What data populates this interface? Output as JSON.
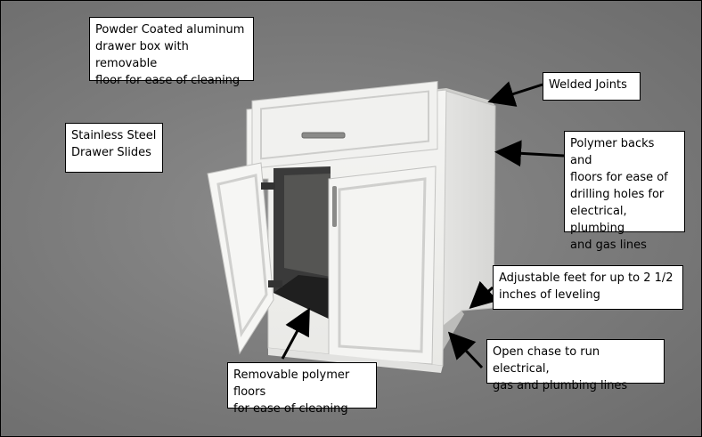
{
  "callouts": {
    "powder_coated": "Powder Coated aluminum\ndrawer box with removable\nfloor for ease of cleaning",
    "welded_joints": "Welded Joints",
    "stainless_slides": "Stainless Steel\nDrawer Slides",
    "polymer_backs": "Polymer backs and\nfloors for ease of\ndrilling holes for\nelectrical, plumbing\nand gas lines",
    "adjustable_feet": "Adjustable feet for up to 2 1/2\ninches  of leveling",
    "open_chase": "Open chase to run electrical,\ngas and plumbing lines",
    "removable_floors": "Removable polymer floors\nfor ease of cleaning"
  },
  "colors": {
    "background": "#7e7e7e",
    "cabinet_white": "#f3f3f1",
    "interior_dark": "#2b2b2b",
    "arrow": "#000000"
  }
}
